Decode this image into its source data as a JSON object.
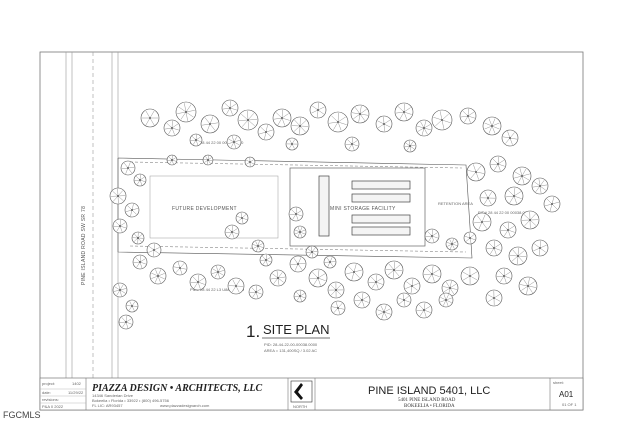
{
  "drawing": {
    "road_label": "PINE ISLAND ROAD SW SR 78",
    "parcel_north": "PID# 28 44 22 00 00038.0000",
    "parcel_east": "PID# 28 44 22 00 00038.0010",
    "parcel_south": "PID# 28 44 22 L3 U8883.4400",
    "future_development": "FUTURE DEVELOPMENT",
    "storage_facility": "MINI STORAGE FACILITY",
    "detention_label": "RETENTION AREA",
    "site_plan_number": "1.",
    "site_plan_title": "SITE PLAN",
    "site_plan_notes": [
      "PID: 28-44-22-00-00038.0000",
      "AREA = 131,400SQ / 3.02 AC"
    ]
  },
  "title_block": {
    "left_rows": [
      {
        "label": "project:",
        "value": "1402"
      },
      {
        "label": "date:",
        "value": "11/29/22"
      },
      {
        "label": "revisions:",
        "value": ""
      }
    ],
    "left_bottom": "P&A 0 2022",
    "firm_name": "PIAZZA DESIGN • ARCHITECTS, LLC",
    "firm_lines": [
      "14346 Sanderian Drive",
      "Bokeelia • Florida • 33922 • (800) 496-5756",
      "FL LIC: AR93457",
      "www.piazzadesignarch.com"
    ],
    "north_label": "NORTH",
    "project_name": "PINE ISLAND 5401, LLC",
    "project_address": "5401 PINE ISLAND ROAD",
    "project_city": "BOKEELIA • FLORIDA",
    "sheet_label": "sheet:",
    "sheet_number": "A01",
    "sheet_of": "01 OF 1"
  },
  "watermark": "FGCMLS"
}
